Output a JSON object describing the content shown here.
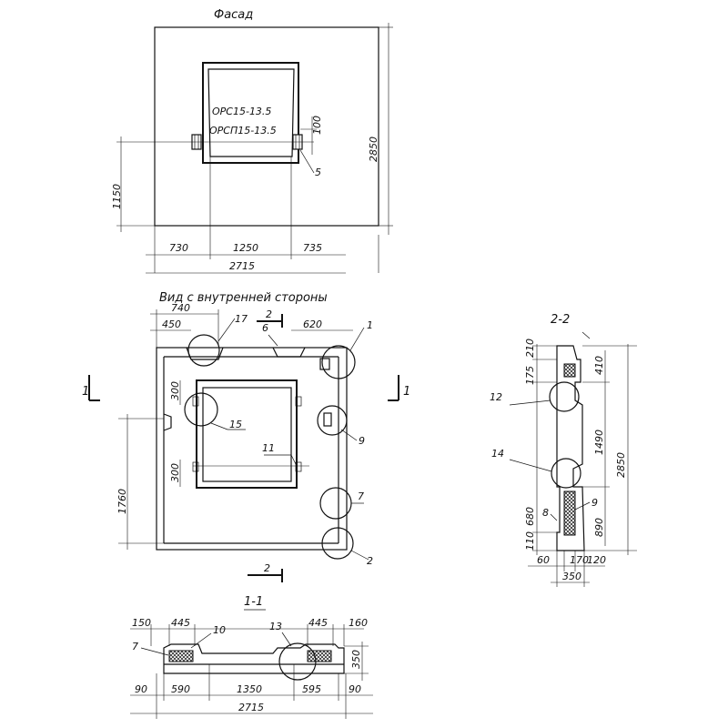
{
  "facade": {
    "title": "Фасад",
    "label_1": "ОРС15-13.5",
    "label_2": "ОРСП15-13.5",
    "dim_top_right": "100",
    "callout": "5",
    "height_total": "2850",
    "height_left": "1150",
    "widths": [
      "730",
      "1250",
      "735"
    ],
    "width_total": "2715"
  },
  "inner": {
    "title": "Вид с внутренней стороны",
    "dim_740": "740",
    "dim_450": "450",
    "dim_620": "620",
    "dim_300_top": "300",
    "dim_300_bot": "300",
    "dim_1760": "1760",
    "callouts": {
      "c17": "17",
      "c6": "6",
      "c1": "1",
      "c15": "15",
      "c9": "9",
      "c11": "11",
      "c7": "7",
      "c2": "2"
    },
    "sec_1_left": "1",
    "sec_1_right": "1",
    "sec_2_top": "2",
    "sec_2_bottom": "2"
  },
  "section_22": {
    "title": "2-2",
    "dims_left": [
      "210",
      "175",
      "680",
      "110"
    ],
    "dims_right": [
      "410",
      "1490",
      "890",
      "2850"
    ],
    "bottom": [
      "60",
      "170",
      "120"
    ],
    "bottom_total": "350",
    "callouts": {
      "c12": "12",
      "c14": "14",
      "c8": "8",
      "c9": "9"
    }
  },
  "section_11": {
    "title": "1-1",
    "top_dims": [
      "150",
      "445",
      "445",
      "160"
    ],
    "callouts": {
      "c7": "7",
      "c10": "10",
      "c13": "13"
    },
    "right_dim": "350",
    "bottom_dims": [
      "90",
      "590",
      "1350",
      "595",
      "90"
    ],
    "total": "2715"
  }
}
